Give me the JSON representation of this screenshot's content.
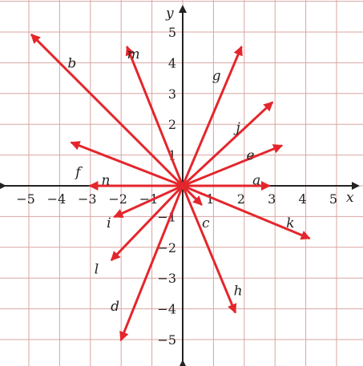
{
  "diagram": {
    "axes": {
      "x_label": "x",
      "y_label": "y",
      "xlim": [
        -6,
        6
      ],
      "ylim": [
        -6,
        6
      ]
    },
    "ticks": {
      "x": [
        {
          "v": -5,
          "t": "−5"
        },
        {
          "v": -4,
          "t": "−4"
        },
        {
          "v": -3,
          "t": "−3"
        },
        {
          "v": -2,
          "t": "−2"
        },
        {
          "v": -1,
          "t": "−1"
        },
        {
          "v": 1,
          "t": "1"
        },
        {
          "v": 2,
          "t": "2"
        },
        {
          "v": 3,
          "t": "3"
        },
        {
          "v": 4,
          "t": "4"
        },
        {
          "v": 5,
          "t": "5"
        }
      ],
      "y": [
        {
          "v": 5,
          "t": "5"
        },
        {
          "v": 4,
          "t": "4"
        },
        {
          "v": 3,
          "t": "3"
        },
        {
          "v": 2,
          "t": "2"
        },
        {
          "v": 1,
          "t": "1"
        },
        {
          "v": -1,
          "t": "−1"
        },
        {
          "v": -2,
          "t": "−2"
        },
        {
          "v": -3,
          "t": "−3"
        },
        {
          "v": -4,
          "t": "−4"
        },
        {
          "v": -5,
          "t": "−5"
        }
      ]
    },
    "vector_color": "#e4262c",
    "grid_color": "#d9a5a2",
    "vectors": [
      {
        "name": "a",
        "x": 2.8,
        "y": 0,
        "lx": 2.4,
        "ly": 0.2
      },
      {
        "name": "b",
        "x": -4.9,
        "y": 4.9,
        "lx": -3.6,
        "ly": 4.0
      },
      {
        "name": "c",
        "x": 0.6,
        "y": -0.6,
        "lx": 0.75,
        "ly": -1.2
      },
      {
        "name": "d",
        "x": -2.0,
        "y": -5.0,
        "lx": -2.2,
        "ly": -3.9
      },
      {
        "name": "e",
        "x": 3.2,
        "y": 1.3,
        "lx": 2.2,
        "ly": 1.0
      },
      {
        "name": "f",
        "x": -3.6,
        "y": 1.4,
        "lx": -3.4,
        "ly": 0.45
      },
      {
        "name": "g",
        "x": 1.9,
        "y": 4.5,
        "lx": 1.1,
        "ly": 3.6
      },
      {
        "name": "h",
        "x": 1.7,
        "y": -4.1,
        "lx": 1.8,
        "ly": -3.4
      },
      {
        "name": "i",
        "x": -2.2,
        "y": -1.0,
        "lx": -2.4,
        "ly": -1.2
      },
      {
        "name": "j",
        "x": 2.9,
        "y": 2.7,
        "lx": 1.8,
        "ly": 1.9
      },
      {
        "name": "k",
        "x": 4.1,
        "y": -1.7,
        "lx": 3.5,
        "ly": -1.2
      },
      {
        "name": "l",
        "x": -2.3,
        "y": -2.4,
        "lx": -2.8,
        "ly": -2.7
      },
      {
        "name": "m",
        "x": -1.8,
        "y": 4.5,
        "lx": -1.6,
        "ly": 4.3
      },
      {
        "name": "n",
        "x": -3.0,
        "y": 0,
        "lx": -2.5,
        "ly": 0.2
      }
    ]
  }
}
